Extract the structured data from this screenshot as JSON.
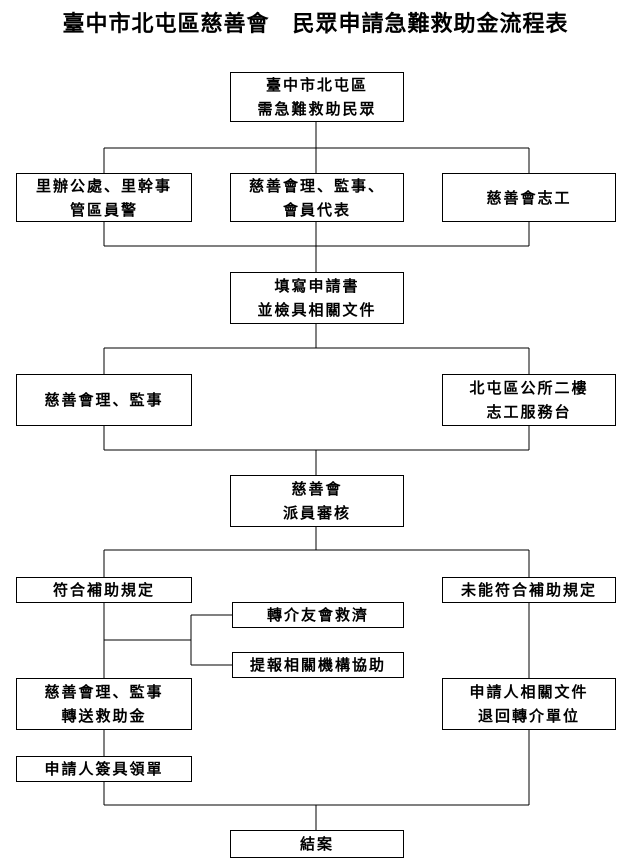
{
  "title": "臺中市北屯區慈善會　民眾申請急難救助金流程表",
  "boxes": {
    "start": [
      "臺中市北屯區",
      "需急難救助民眾"
    ],
    "li_office": [
      "里辦公處、里幹事",
      "管區員警"
    ],
    "charity_directors": [
      "慈善會理、監事、",
      "會員代表"
    ],
    "volunteers": [
      "慈善會志工"
    ],
    "fill_form": [
      "填寫申請書",
      "並檢具相關文件"
    ],
    "directors2": [
      "慈善會理、監事"
    ],
    "district_office": [
      "北屯區公所二樓",
      "志工服務台"
    ],
    "review": [
      "慈善會",
      "派員審核"
    ],
    "eligible": [
      "符合補助規定"
    ],
    "ineligible": [
      "未能符合補助規定"
    ],
    "refer_friend": [
      "轉介友會救濟"
    ],
    "report_agency": [
      "提報相關機構協助"
    ],
    "deliver": [
      "慈善會理、監事",
      "轉送救助金"
    ],
    "return_docs": [
      "申請人相關文件",
      "退回轉介單位"
    ],
    "sign_receipt": [
      "申請人簽具領單"
    ],
    "close_case": [
      "結案"
    ]
  }
}
